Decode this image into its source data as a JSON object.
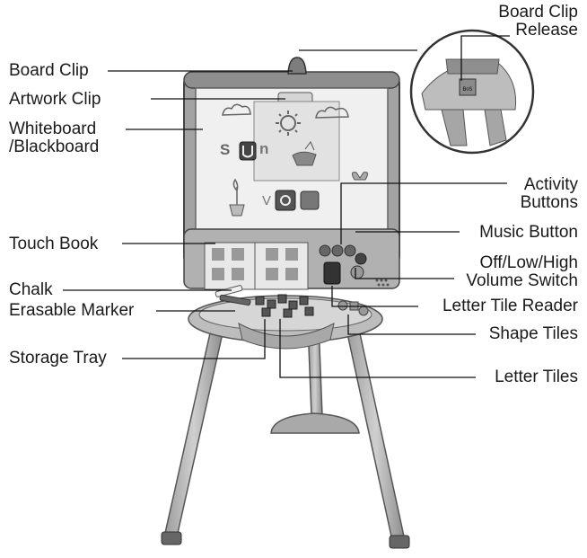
{
  "labels": {
    "board_clip_release": [
      "Board Clip",
      "Release"
    ],
    "board_clip": "Board Clip",
    "artwork_clip": "Artwork Clip",
    "whiteboard": [
      "Whiteboard",
      "/Blackboard"
    ],
    "activity_buttons": [
      "Activity",
      "Buttons"
    ],
    "music_button": "Music Button",
    "volume_switch": [
      "Off/Low/High",
      "Volume Switch"
    ],
    "touch_book": "Touch Book",
    "chalk": "Chalk",
    "erasable_marker": "Erasable Marker",
    "letter_tile_reader": "Letter Tile Reader",
    "shape_tiles": "Shape Tiles",
    "storage_tray": "Storage Tray",
    "letter_tiles": "Letter Tiles"
  },
  "board_letters": [
    "S",
    "n",
    "V"
  ],
  "release_mark": "B⊙S"
}
